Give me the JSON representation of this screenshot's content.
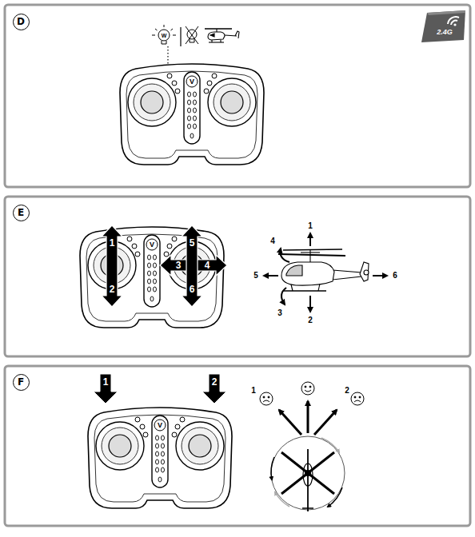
{
  "diagram": {
    "nodes": [
      {
        "text": [
          "D"
        ]
      },
      {
        "text": [
          "E"
        ]
      },
      {
        "text": [
          "F"
        ]
      }
    ],
    "labels": [
      "2.4G",
      "W",
      "V",
      "1",
      "2",
      "5",
      "3",
      "4",
      "6",
      "V",
      "1",
      "4",
      "5",
      "3",
      "2",
      "6",
      "1",
      "2",
      "V",
      "1",
      "2"
    ]
  }
}
